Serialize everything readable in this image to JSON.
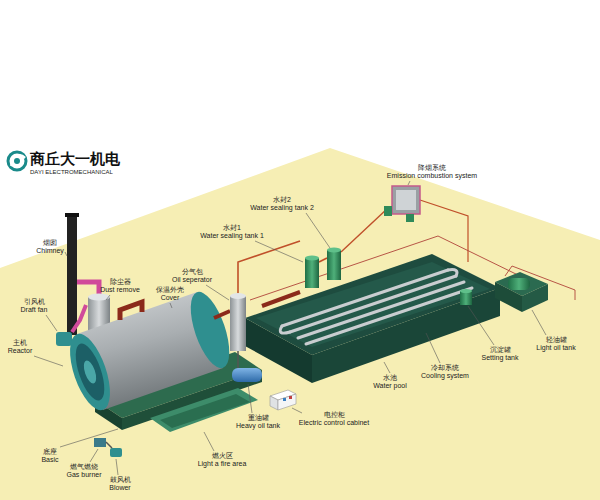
{
  "diagram": {
    "labels": [
      "商丘大一机电",
      "DAYI ELECTROMECHANICAL",
      "烟囱",
      "Chimney",
      "除尘器",
      "Dust remove",
      "引风机",
      "Draft fan",
      "主机",
      "Reactor",
      "保温外壳",
      "Cover",
      "分气包",
      "Oil seperator",
      "水封1",
      "Water sealing tank 1",
      "水封2",
      "Water sealing tank 2",
      "降烟系统",
      "Emission combustion system",
      "轻油罐",
      "Light oil tank",
      "沉淀罐",
      "Setting tank",
      "冷却系统",
      "Cooling system",
      "水池",
      "Water pool",
      "电控柜",
      "Electric control cabinet",
      "重油罐",
      "Heavy oil tank",
      "燃火区",
      "Light a fire area",
      "鼓风机",
      "Blower",
      "燃气燃烧",
      "Gas burner",
      "底座",
      "Basic"
    ]
  }
}
